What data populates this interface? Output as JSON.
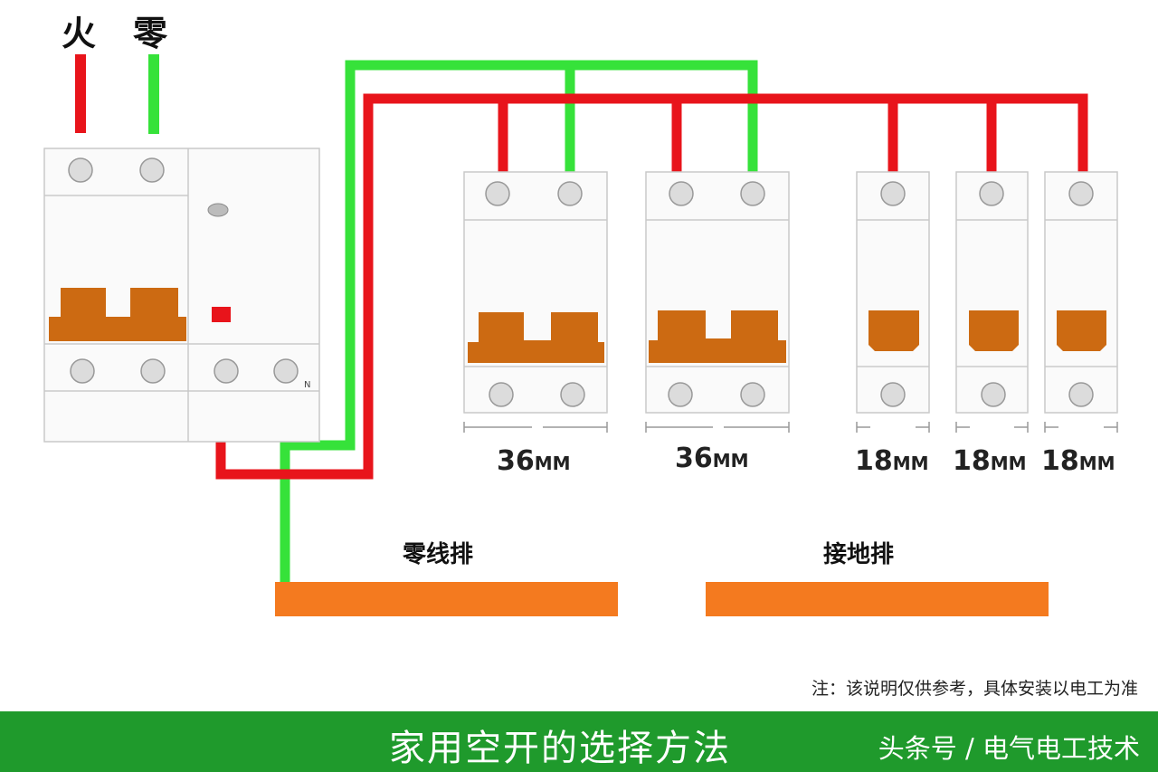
{
  "labels": {
    "live": "火",
    "neutral": "零"
  },
  "breakers": [
    {
      "width_value": "36",
      "width_unit": "MM"
    },
    {
      "width_value": "36",
      "width_unit": "MM"
    },
    {
      "width_value": "18",
      "width_unit": "MM"
    },
    {
      "width_value": "18",
      "width_unit": "MM"
    },
    {
      "width_value": "18",
      "width_unit": "MM"
    }
  ],
  "main_breaker": {
    "terminal_label": "N"
  },
  "busbars": {
    "neutral": "零线排",
    "ground": "接地排"
  },
  "note": "注：该说明仅供参考，具体安装以电工为准",
  "footer": {
    "title": "家用空开的选择方法",
    "source": "头条号 / 电气电工技术"
  },
  "colors": {
    "live_wire": "#e8141b",
    "neutral_wire": "#36e23a",
    "switch": "#cc6a12",
    "busbar": "#f47a1f",
    "indicator": "#e8141b",
    "footer": "#1f9a2c"
  }
}
